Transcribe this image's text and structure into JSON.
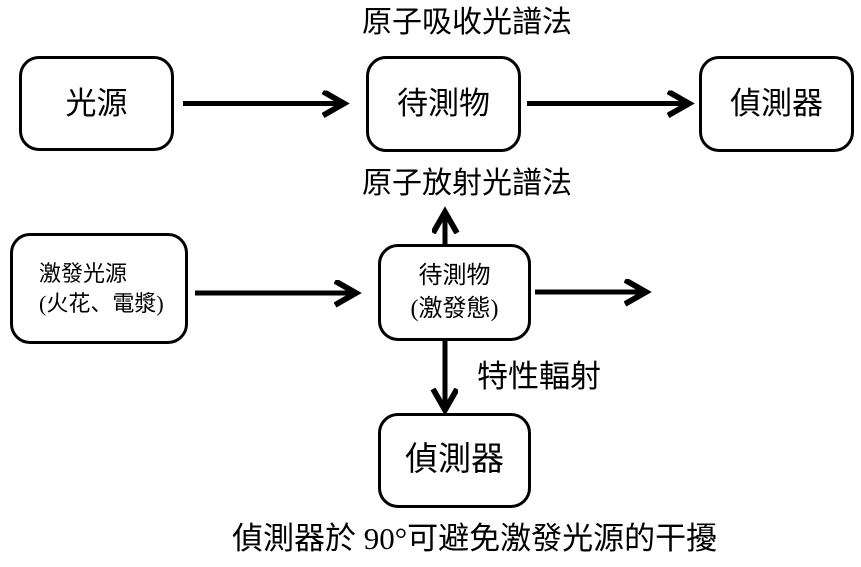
{
  "canvas": {
    "background": "#ffffff",
    "ink": "#000000"
  },
  "absorption": {
    "title": "原子吸收光譜法",
    "source": "光源",
    "analyte": "待測物",
    "detector": "偵測器"
  },
  "emission": {
    "title": "原子放射光譜法",
    "excitation_source_line1": "激發光源",
    "excitation_source_line2": "(火花、電漿)",
    "analyte_line1": "待測物",
    "analyte_line2": "(激發態)",
    "radiation_label": "特性輻射",
    "detector": "偵測器"
  },
  "caption": "偵測器於 90°可避免激發光源的干擾",
  "connections": [
    {
      "from": "光源",
      "to": "待測物",
      "direction": "right"
    },
    {
      "from": "待測物",
      "to": "偵測器",
      "direction": "right"
    },
    {
      "from": "激發光源 (火花、電漿)",
      "to": "待測物 (激發態)",
      "direction": "right"
    },
    {
      "from": "待測物 (激發態)",
      "to": "",
      "direction": "up"
    },
    {
      "from": "待測物 (激發態)",
      "to": "",
      "direction": "right"
    },
    {
      "from": "待測物 (激發態)",
      "to": "偵測器",
      "direction": "down",
      "label": "特性輻射"
    }
  ]
}
